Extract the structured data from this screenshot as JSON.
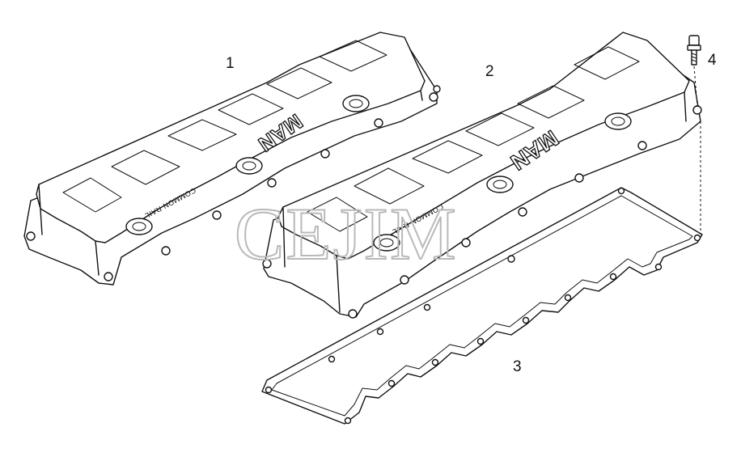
{
  "callouts": {
    "part_1": "1",
    "part_2": "2",
    "part_3": "3",
    "part_4": "4"
  },
  "cover_1": {
    "brand_mark": "MAN",
    "small_lettering": "COMMON RAIL"
  },
  "cover_2": {
    "brand_mark": "MAN",
    "small_lettering": "COMMON RAIL"
  },
  "watermark": "CEJIM",
  "colors": {
    "line": "#111111",
    "background": "#ffffff",
    "watermark": "#b9b9b9"
  }
}
